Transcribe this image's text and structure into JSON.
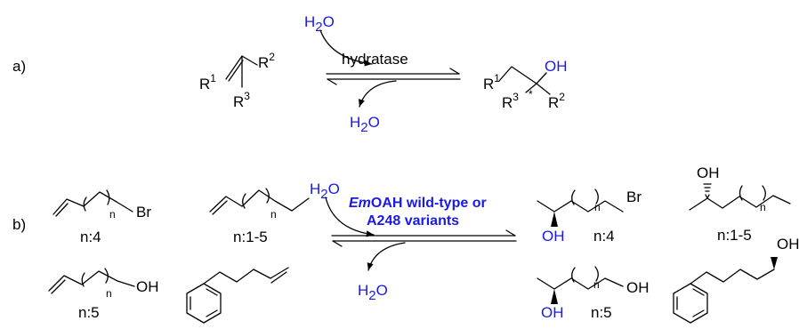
{
  "panel_a": {
    "label": "a)",
    "reactant": {
      "r1": "R",
      "r1_sup": "1",
      "r2": "R",
      "r2_sup": "2",
      "r3": "R",
      "r3_sup": "3"
    },
    "water_in": {
      "h": "H",
      "sub": "2",
      "o": "O"
    },
    "enzyme": "hydratase",
    "water_out": {
      "h": "H",
      "sub": "2",
      "o": "O"
    },
    "product": {
      "r1": "R",
      "r1_sup": "1",
      "oh": "OH",
      "r3": "R",
      "r3_sup": "3",
      "star": "*",
      "r2": "R",
      "r2_sup": "2"
    }
  },
  "panel_b": {
    "label": "b)",
    "water_in": {
      "h": "H",
      "sub": "2",
      "o": "O"
    },
    "enzyme_em": "Em",
    "enzyme_rest": "OAH wild-type or",
    "enzyme_line2": "A248 variants",
    "water_out": {
      "h": "H",
      "sub": "2",
      "o": "O"
    },
    "substrates": [
      {
        "label": "Br",
        "n": "n",
        "cond": "n:4"
      },
      {
        "n": "n",
        "cond": "n:1-5"
      },
      {
        "label": "OH",
        "n": "n",
        "cond": "n:5"
      }
    ],
    "products": [
      {
        "oh": "OH",
        "label": "Br",
        "n": "n",
        "cond": "n:4"
      },
      {
        "oh": "OH",
        "n": "n",
        "cond": "n:1-5"
      },
      {
        "oh": "OH",
        "label": "OH",
        "n": "n",
        "cond": "n:5"
      },
      {
        "oh": "OH"
      }
    ]
  }
}
